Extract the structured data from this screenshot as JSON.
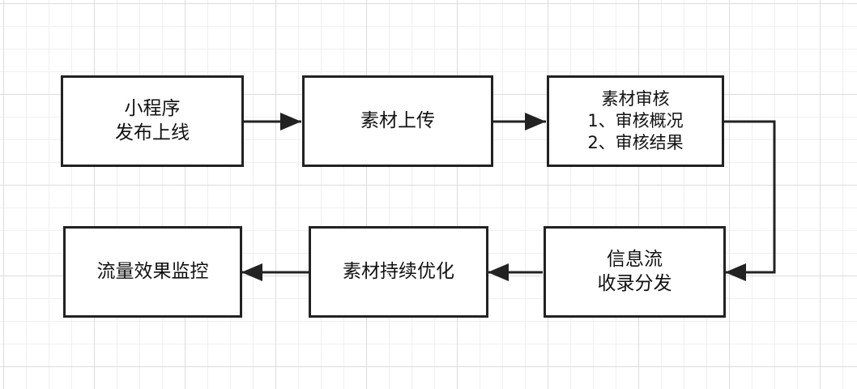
{
  "diagram": {
    "nodes": [
      {
        "id": "n1",
        "lines": [
          "小程序",
          "发布上线"
        ]
      },
      {
        "id": "n2",
        "lines": [
          "素材上传"
        ]
      },
      {
        "id": "n3",
        "lines": [
          "素材审核",
          "1、审核概况",
          "2、审核结果"
        ]
      },
      {
        "id": "n4",
        "lines": [
          "信息流",
          "收录分发"
        ]
      },
      {
        "id": "n5",
        "lines": [
          "素材持续优化"
        ]
      },
      {
        "id": "n6",
        "lines": [
          "流量效果监控"
        ]
      }
    ],
    "edges": [
      {
        "from": "n1",
        "to": "n2"
      },
      {
        "from": "n2",
        "to": "n3"
      },
      {
        "from": "n3",
        "to": "n4"
      },
      {
        "from": "n4",
        "to": "n5"
      },
      {
        "from": "n5",
        "to": "n6"
      }
    ],
    "colors": {
      "stroke": "#222222",
      "node_fill": "#ffffff",
      "text": "#111111"
    }
  }
}
